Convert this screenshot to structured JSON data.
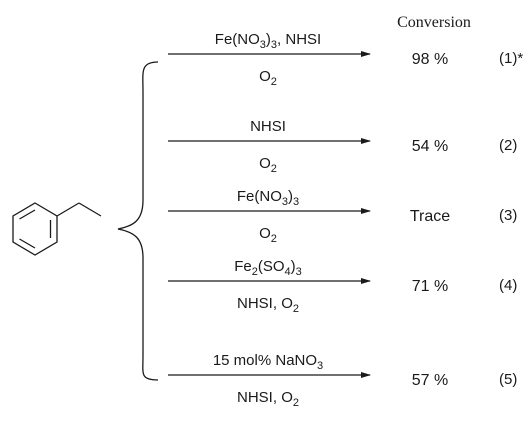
{
  "header": {
    "conversion_label": "Conversion"
  },
  "substrate": {
    "name": "ethylbenzene"
  },
  "colors": {
    "ink": "#1a1a1a",
    "background": "#ffffff"
  },
  "reactions": [
    {
      "above": [
        "Fe(NO",
        "3",
        ")",
        "3",
        ", NHSI"
      ],
      "below": [
        "O",
        "2"
      ],
      "result": "98 %",
      "label": "(1)*"
    },
    {
      "above": [
        "NHSI"
      ],
      "below": [
        "O",
        "2"
      ],
      "result": "54 %",
      "label": "(2)"
    },
    {
      "above": [
        "Fe(NO",
        "3",
        ")",
        "3"
      ],
      "below": [
        "O",
        "2"
      ],
      "result": "Trace",
      "label": "(3)"
    },
    {
      "above": [
        "Fe",
        "2",
        "(SO",
        "4",
        ")",
        "3"
      ],
      "below": [
        "NHSI, O",
        "2"
      ],
      "result": "71 %",
      "label": "(4)"
    },
    {
      "above": [
        "15 mol% NaNO",
        "3"
      ],
      "below": [
        "NHSI, O",
        "2"
      ],
      "result": "57 %",
      "label": "(5)"
    }
  ]
}
